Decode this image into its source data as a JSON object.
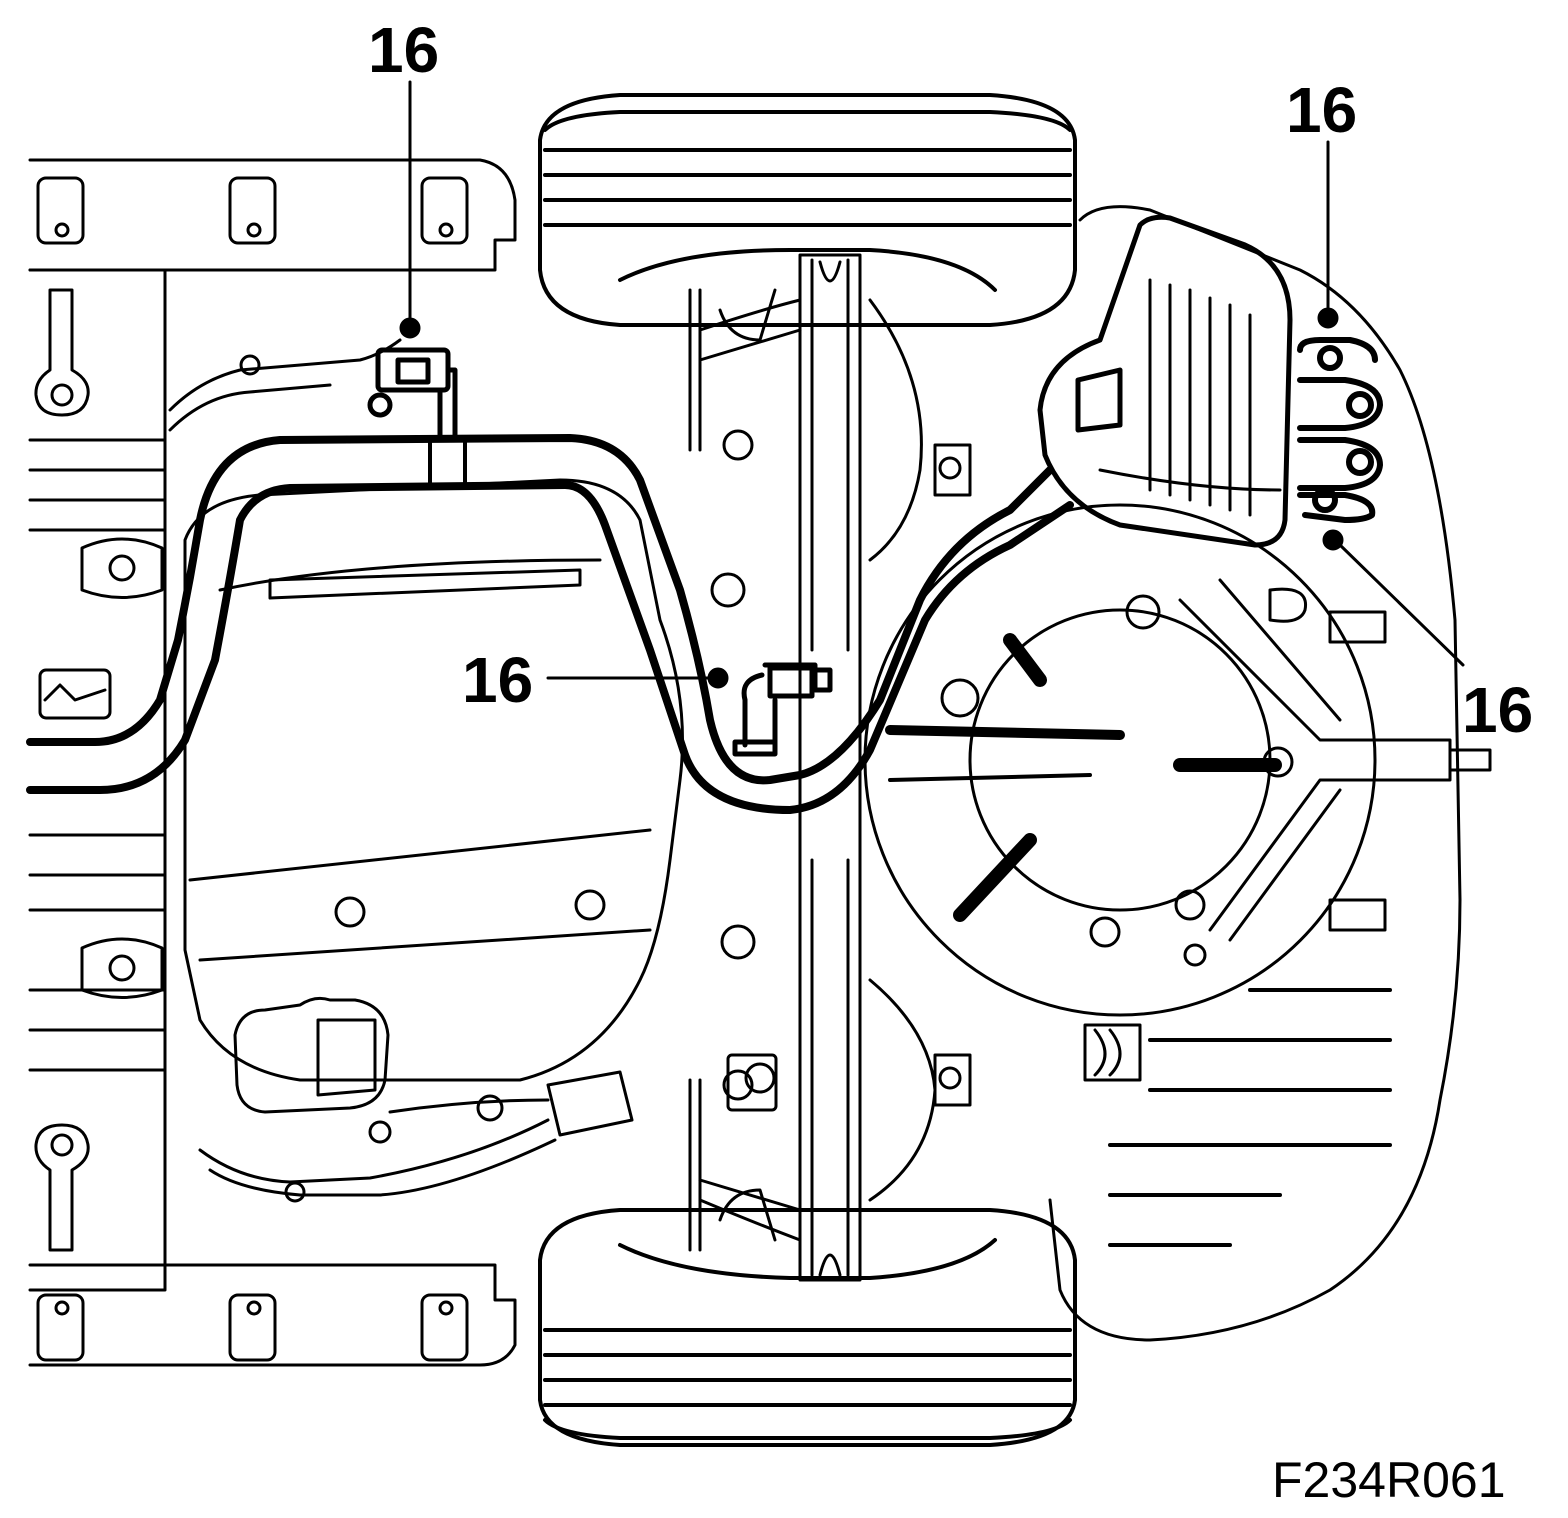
{
  "callouts": {
    "top_left": "16",
    "top_right": "16",
    "center": "16",
    "right": "16"
  },
  "figure_id": "F234R061",
  "colors": {
    "line": "#000000",
    "background": "#ffffff"
  }
}
